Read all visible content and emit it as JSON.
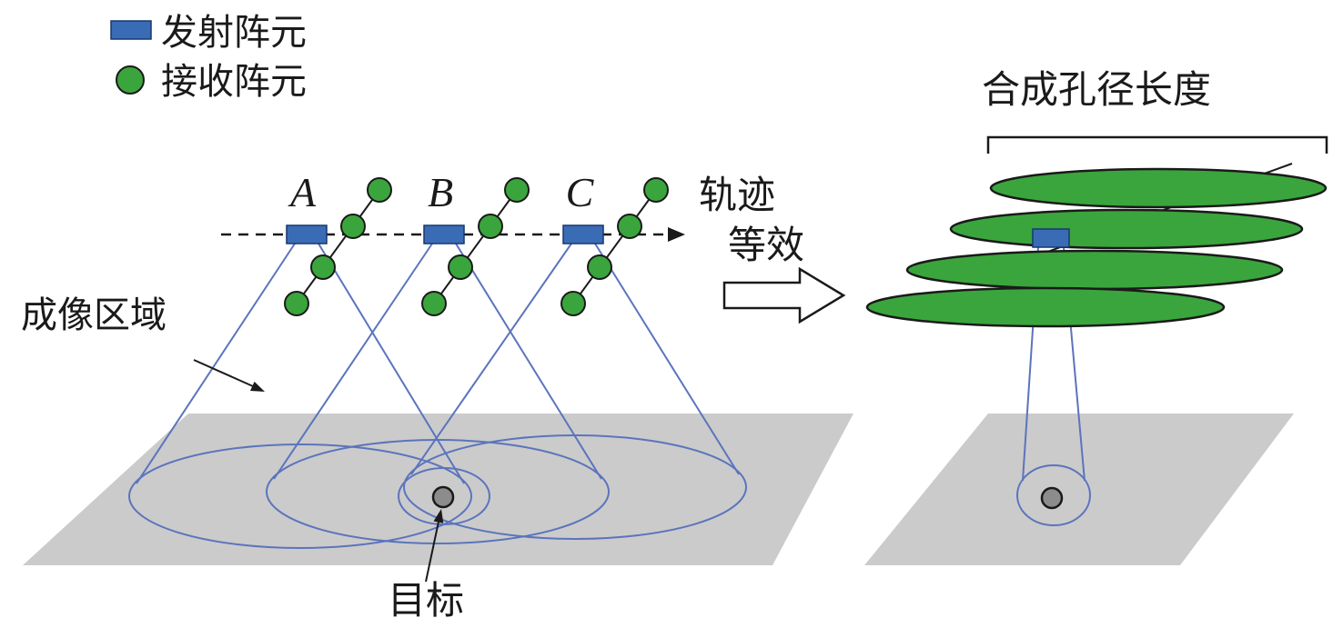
{
  "figure": {
    "legend": {
      "transmit": "发射阵元",
      "receive": "接收阵元"
    },
    "left": {
      "positions": [
        "A",
        "B",
        "C"
      ],
      "trajectory": "轨迹",
      "equivalence": "等效",
      "imaging_area": "成像区域",
      "target": "目标"
    },
    "right": {
      "synthetic_aperture": "合成孔径长度"
    }
  },
  "colors": {
    "ink": "#1a1a1a",
    "transmit_fill": "#3a6cb5",
    "transmit_stroke": "#17366e",
    "receive_fill": "#3aa53c",
    "beam": "#5b74bd",
    "ground": "#cbcbcb",
    "target_fill": "#8c8c8c",
    "arrow_fill": "#ffffff"
  }
}
